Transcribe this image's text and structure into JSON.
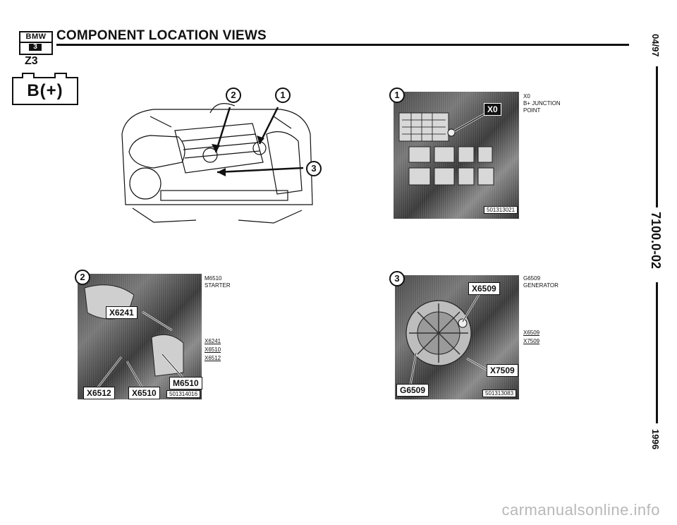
{
  "header": {
    "logo_top": "BMW",
    "logo_bottom": "3",
    "title": "COMPONENT LOCATION VIEWS",
    "model": "Z3",
    "circuit": "B(+)"
  },
  "spine": {
    "date": "04/97",
    "doc_number": "7100.0-02",
    "year": "1996"
  },
  "overview": {
    "callouts": [
      "2",
      "1",
      "3"
    ]
  },
  "view1": {
    "callout": "1",
    "connector_label": "X0",
    "photo_code": "501313021",
    "description": [
      "X0",
      "B+ JUNCTION",
      "POINT"
    ]
  },
  "view2": {
    "callout": "2",
    "labels": [
      "X6241",
      "M6510",
      "X6512",
      "X6510"
    ],
    "photo_code": "501314016",
    "description": [
      "M6510",
      "STARTER"
    ],
    "connectors": [
      "X6241",
      "X6510",
      "X6512"
    ]
  },
  "view3": {
    "callout": "3",
    "labels": [
      "X6509",
      "X7509",
      "G6509"
    ],
    "photo_code": "501313083",
    "description": [
      "G6509",
      "GENERATOR"
    ],
    "connectors": [
      "X6509",
      "X7509"
    ]
  },
  "footer": {
    "watermark": "carmanualsonline.info"
  }
}
